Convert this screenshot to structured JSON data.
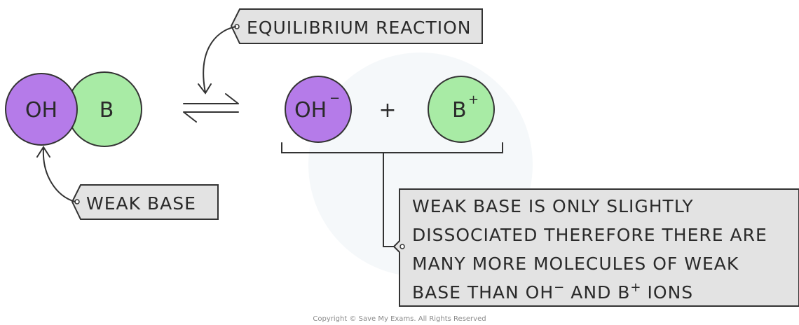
{
  "labels": {
    "equilibrium": "EQUILIBRIUM REACTION",
    "weak_base": "WEAK BASE",
    "explanation": {
      "line1": "WEAK BASE IS ONLY SLIGHTLY",
      "line2": "DISSOCIATED THEREFORE THERE ARE",
      "line3": "MANY MORE MOLECULES OF WEAK",
      "line4_a": "BASE THAN OH",
      "line4_b": "AND B",
      "line4_c": "IONS",
      "minus": "−",
      "plus": "+"
    }
  },
  "molecule": {
    "left": "OH",
    "right": "B"
  },
  "products": {
    "hydroxide": "OH",
    "hydroxide_charge": "−",
    "plus": "+",
    "cation": "B",
    "cation_charge": "+"
  },
  "copyright": "Copyright © Save My Exams. All Rights Reserved",
  "colors": {
    "purple": "#b57be9",
    "green": "#a8eba5",
    "tag": "#e3e3e3",
    "ink": "#333333"
  }
}
